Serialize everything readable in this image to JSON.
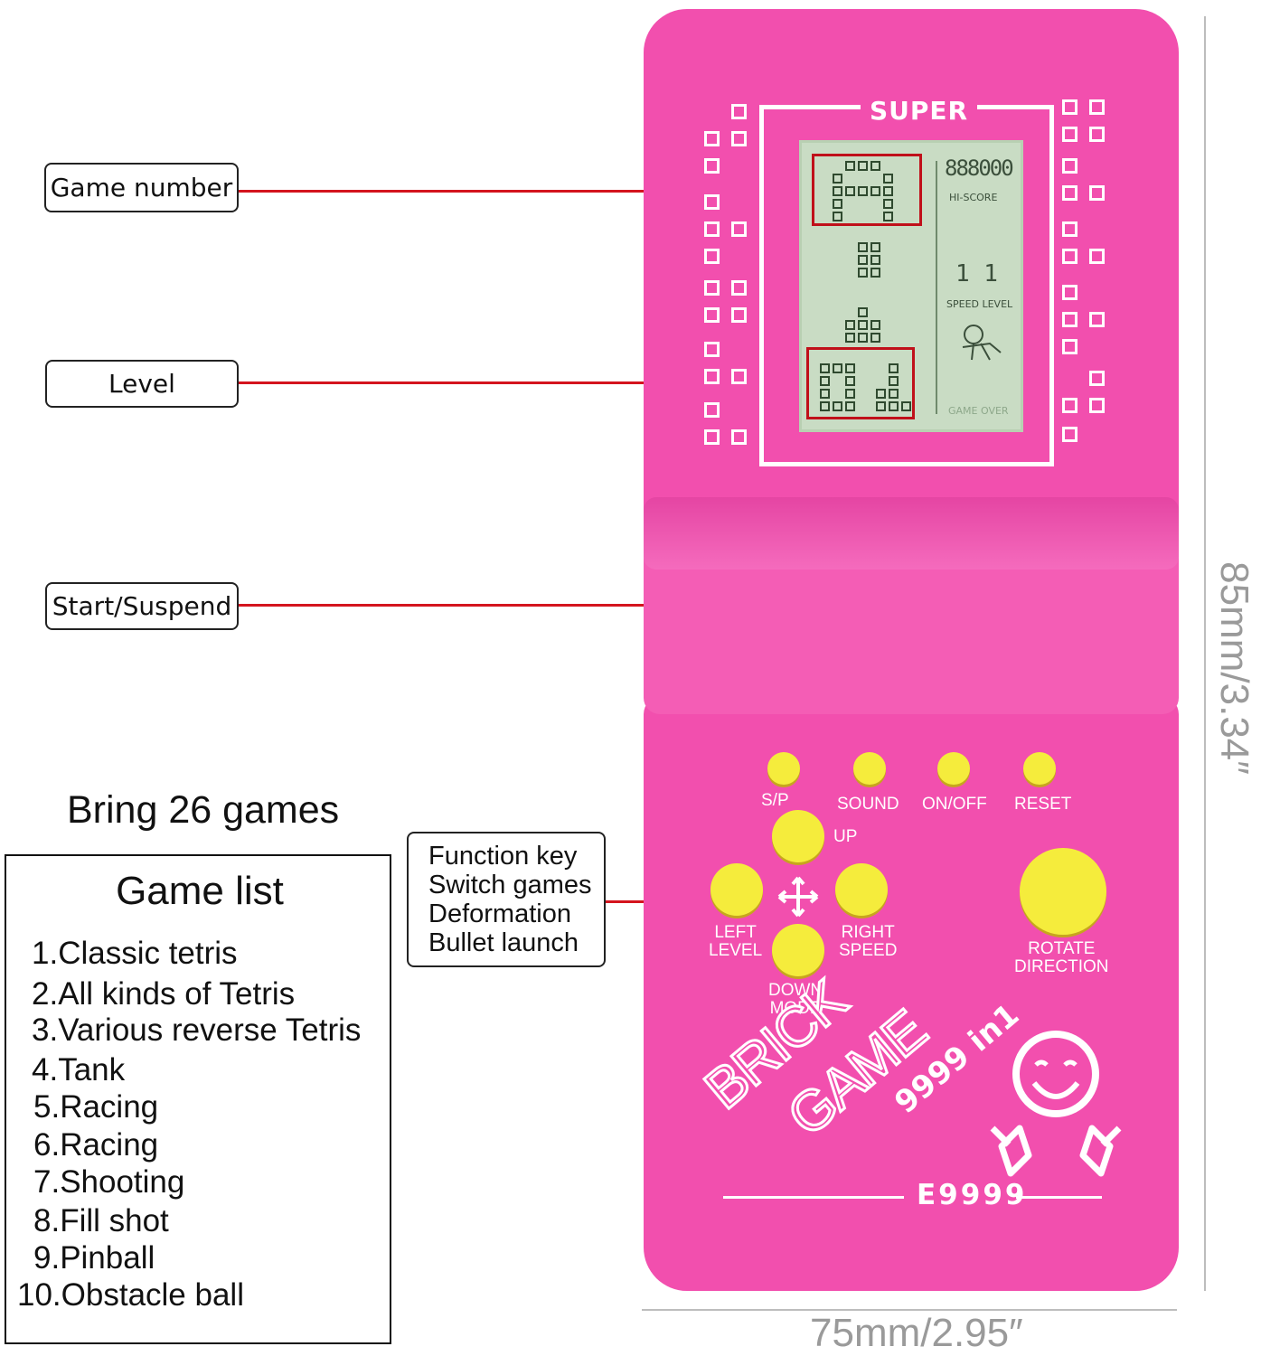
{
  "callouts": {
    "game_number": "Game number",
    "level": "Level",
    "start_suspend": "Start/Suspend",
    "function_key": [
      "Function key",
      "Switch games",
      "Deformation",
      "Bullet launch"
    ]
  },
  "headline": "Bring 26 games",
  "game_list": {
    "title": "Game list",
    "items": [
      "1.Classic tetris",
      "2.All kinds of Tetris",
      "3.Various reverse Tetris",
      "4.Tank",
      "5.Racing",
      "6.Racing",
      "7.Shooting",
      "8.Fill shot",
      "9.Pinball",
      "10.Obstacle ball"
    ]
  },
  "device": {
    "brand": "SUPER",
    "lcd": {
      "score": "888000",
      "hi_score": "HI-SCORE",
      "speed_level": "SPEED LEVEL",
      "speed_value": "1 1",
      "game_over": "GAME OVER"
    },
    "buttons": {
      "sp": "S/P",
      "sound": "SOUND",
      "onoff": "ON/OFF",
      "reset": "RESET",
      "up": "UP",
      "left": [
        "LEFT",
        "LEVEL"
      ],
      "right": [
        "RIGHT",
        "SPEED"
      ],
      "down": [
        "DOWN",
        "MODE"
      ],
      "rotate": [
        "ROTATE",
        "DIRECTION"
      ]
    },
    "logo": {
      "line1": "BRICK",
      "line2": "GAME",
      "line3": "9999 in1"
    },
    "model": "E9999"
  },
  "dimensions": {
    "width": "75mm/2.95″",
    "height": "85mm/3.34″"
  },
  "colors": {
    "body": "#f24fae",
    "button": "#f5ec3c",
    "lcd": "#c9dcc4",
    "callout_line": "#d4141e"
  }
}
